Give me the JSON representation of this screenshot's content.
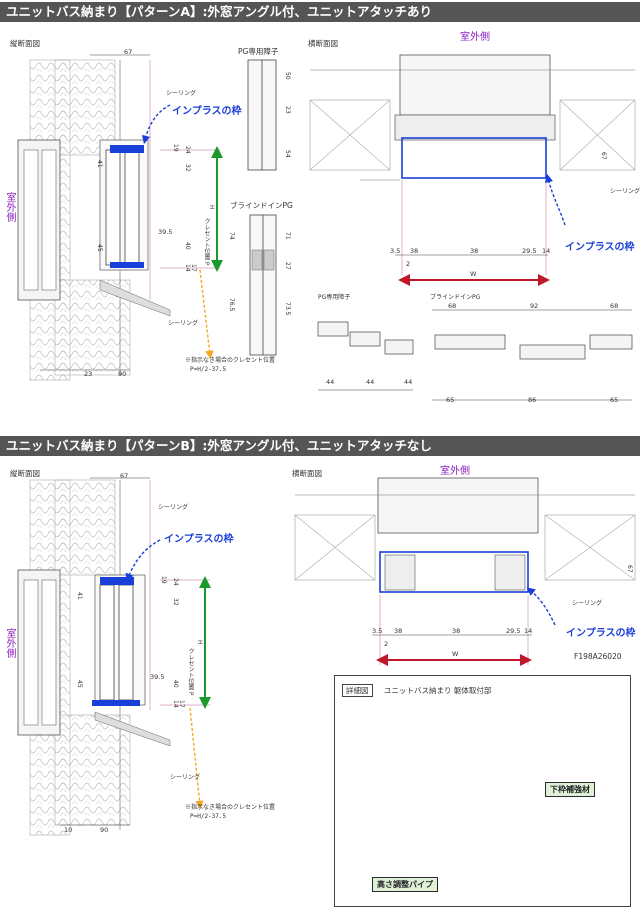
{
  "banners": {
    "a": "ユニットバス納まり【パターンA】:外窓アングル付、ユニットアタッチあり",
    "b": "ユニットバス納まり【パターンB】:外窓アングル付、ユニットアタッチなし"
  },
  "labels": {
    "vertical_section": "縦断面図",
    "horizontal_section": "横断面図",
    "outdoor": "室外側",
    "sealing": "シーリング",
    "inplus_frame": "インプラスの枠",
    "pg_divider": "PG専用障子",
    "blind_in_pg": "ブラインドインPG",
    "crescent_pos": "クレセント位置 P",
    "note1": "※指示なき場合のクレセント位置",
    "note2": "P=H/2-37.5",
    "code": "F198A26020",
    "detail": "詳細図",
    "detail_title": "ユニットバス納まり 躯体取付部",
    "lower_frame": "下枠補強材",
    "height_pipe": "高さ調整パイプ"
  },
  "dims": {
    "d67": "67",
    "d50": "50",
    "d23": "23",
    "d54": "54",
    "d74": "74",
    "d71": "71",
    "d27": "27",
    "d765": "76.5",
    "d735": "73.5",
    "d19": "19",
    "d24": "24",
    "d32": "32",
    "d41": "41",
    "d45": "45",
    "d395": "39.5",
    "d40": "40",
    "d14": "14",
    "d17": "17",
    "h": "H",
    "w": "W",
    "d35": "3.5",
    "d38": "38",
    "d295": "29.5",
    "d2": "2",
    "d44": "44",
    "d68": "68",
    "d92": "92",
    "d65": "65",
    "d86": "86",
    "d23b": "23",
    "d90": "90",
    "d10": "10"
  },
  "colors": {
    "banner": "#555555",
    "blue": "#1a3fd8",
    "green": "#1a9a2a",
    "red": "#c0182a",
    "orange": "#f5a623",
    "purple": "#8a1fc0"
  }
}
